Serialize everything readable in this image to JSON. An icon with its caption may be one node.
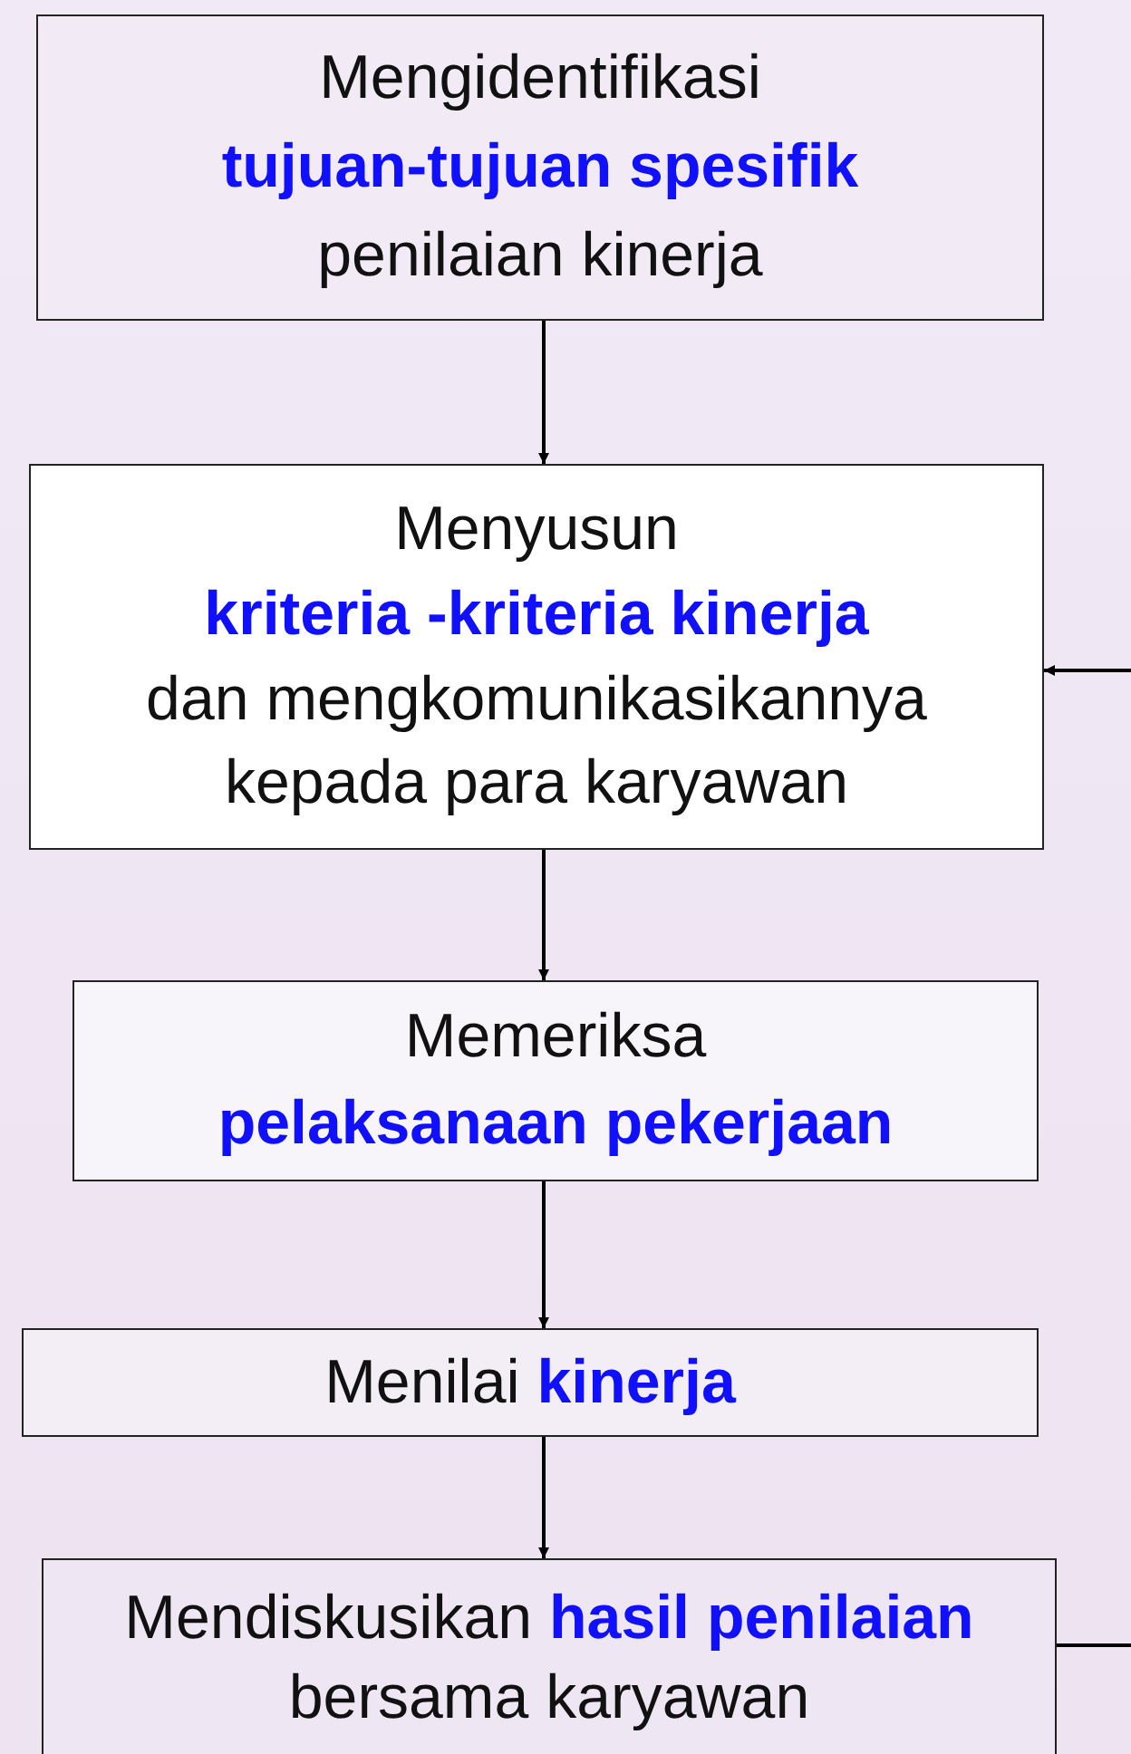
{
  "diagram": {
    "nodes": [
      {
        "text": [
          "Mengidentifikasi",
          "tujuan-tujuan spesifik",
          "penilaian kinerja"
        ]
      },
      {
        "text": [
          "Menyusun",
          "kriteria -kriteria kinerja",
          "dan mengkomunikasikannya kepada para karyawan"
        ]
      },
      {
        "text": [
          "Memeriksa",
          "pelaksanaan pekerjaan"
        ]
      },
      {
        "text": [
          "Menilai **kinerja**"
        ]
      },
      {
        "text": [
          "Mendiskusikan **hasil penilaian** bersama karyawan"
        ]
      }
    ],
    "edges": [
      {
        "from": 0,
        "to": 1,
        "arrow": "to"
      },
      {
        "from": 1,
        "to": 2,
        "arrow": "to"
      },
      {
        "from": 2,
        "to": 3,
        "arrow": "to"
      },
      {
        "from": 3,
        "to": 4,
        "arrow": "to"
      },
      {
        "from": 4,
        "to": 1,
        "arrow": "to"
      }
    ]
  }
}
